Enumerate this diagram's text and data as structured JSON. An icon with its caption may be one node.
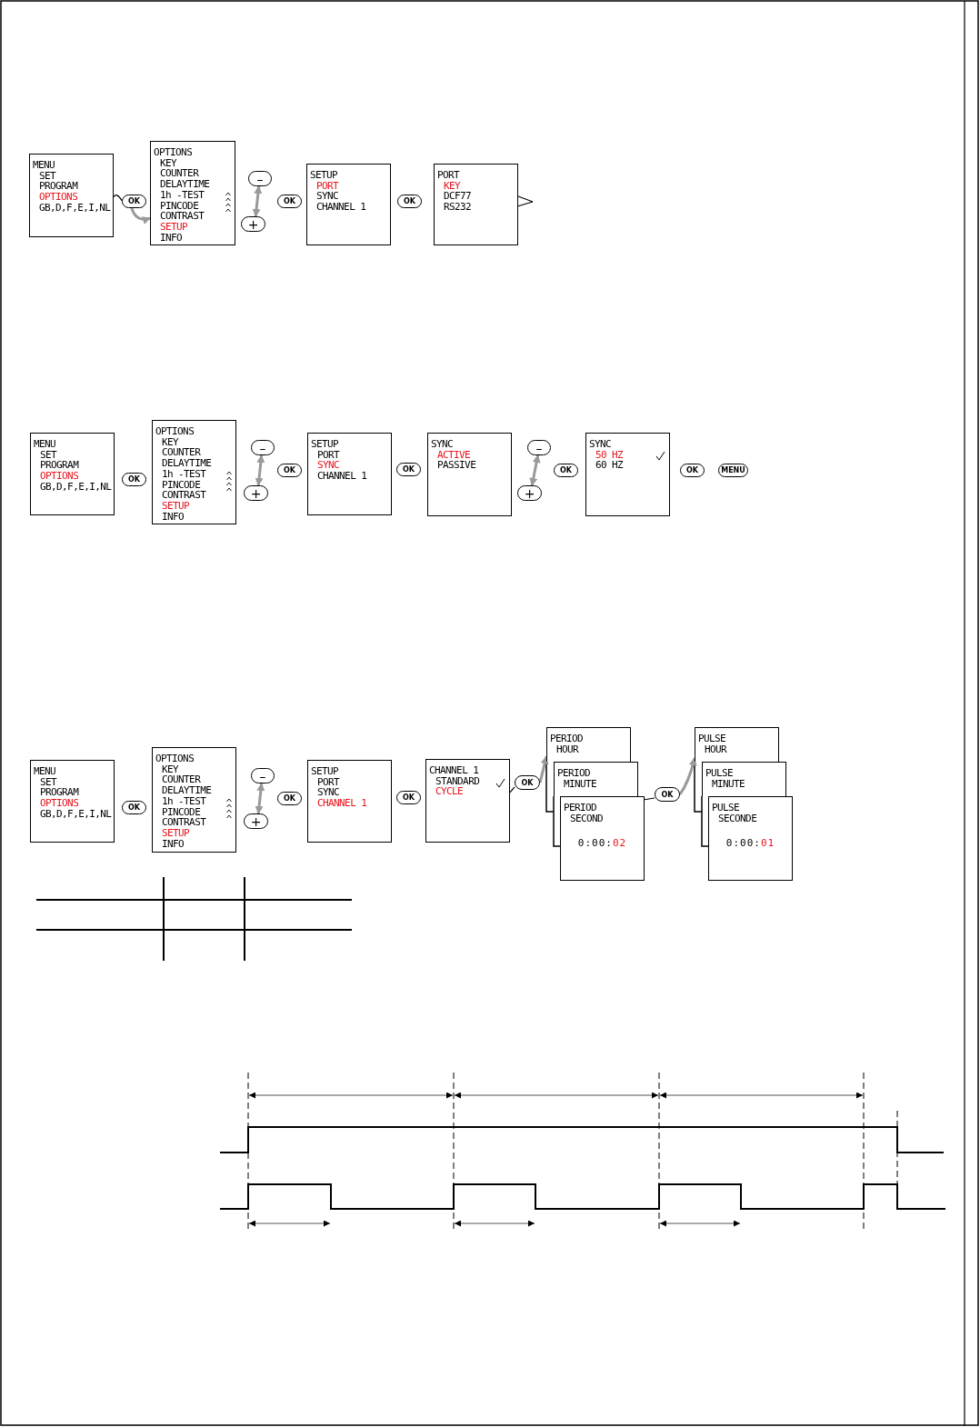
{
  "diagram": {
    "nodes": [
      {
        "text": [
          "MENU",
          "SET",
          "PROGRAM",
          "OPTIONS",
          "GB,D,F,E,I,NL"
        ]
      },
      {
        "text": [
          "OK"
        ]
      },
      {
        "text": [
          "OPTIONS",
          "KEY",
          "COUNTER",
          "DELAYTIME",
          "1h -TEST",
          "PINCODE",
          "CONTRAST",
          "SETUP",
          "INFO"
        ]
      },
      {
        "text": [
          "–"
        ]
      },
      {
        "text": [
          "+"
        ]
      },
      {
        "text": [
          "OK"
        ]
      },
      {
        "text": [
          "SETUP",
          "PORT",
          "SYNC",
          "CHANNEL 1"
        ]
      },
      {
        "text": [
          "OK"
        ]
      },
      {
        "text": [
          "PORT",
          "KEY",
          "DCF77",
          "RS232"
        ]
      },
      {
        "text": [
          "MENU",
          "SET",
          "PROGRAM",
          "OPTIONS",
          "GB,D,F,E,I,NL"
        ]
      },
      {
        "text": [
          "OK"
        ]
      },
      {
        "text": [
          "OPTIONS",
          "KEY",
          "COUNTER",
          "DELAYTIME",
          "1h -TEST",
          "PINCODE",
          "CONTRAST",
          "SETUP",
          "INFO"
        ]
      },
      {
        "text": [
          "–"
        ]
      },
      {
        "text": [
          "+"
        ]
      },
      {
        "text": [
          "OK"
        ]
      },
      {
        "text": [
          "SETUP",
          "PORT",
          "SYNC",
          "CHANNEL 1"
        ]
      },
      {
        "text": [
          "OK"
        ]
      },
      {
        "text": [
          "SYNC",
          "ACTIVE",
          "PASSIVE"
        ]
      },
      {
        "text": [
          "–"
        ]
      },
      {
        "text": [
          "+"
        ]
      },
      {
        "text": [
          "OK"
        ]
      },
      {
        "text": [
          "SYNC",
          "50 HZ",
          "60 HZ"
        ]
      },
      {
        "text": [
          "OK"
        ]
      },
      {
        "text": [
          "MENU"
        ]
      },
      {
        "text": [
          "MENU",
          "SET",
          "PROGRAM",
          "OPTIONS",
          "GB,D,F,E,I,NL"
        ]
      },
      {
        "text": [
          "OK"
        ]
      },
      {
        "text": [
          "OPTIONS",
          "KEY",
          "COUNTER",
          "DELAYTIME",
          "1h -TEST",
          "PINCODE",
          "CONTRAST",
          "SETUP",
          "INFO"
        ]
      },
      {
        "text": [
          "–"
        ]
      },
      {
        "text": [
          "+"
        ]
      },
      {
        "text": [
          "OK"
        ]
      },
      {
        "text": [
          "SETUP",
          "PORT",
          "SYNC",
          "CHANNEL 1"
        ]
      },
      {
        "text": [
          "OK"
        ]
      },
      {
        "text": [
          "CHANNEL 1",
          "STANDARD",
          "CYCLE"
        ]
      },
      {
        "text": [
          "OK"
        ]
      },
      {
        "text": [
          "PERIOD",
          "HOUR"
        ]
      },
      {
        "text": [
          "PERIOD",
          "MINUTE"
        ]
      },
      {
        "text": [
          "PERIOD",
          "SECOND",
          "0:00:",
          "02"
        ]
      },
      {
        "text": [
          "OK"
        ]
      },
      {
        "text": [
          "PULSE",
          "HOUR"
        ]
      },
      {
        "text": [
          "PULSE",
          "MINUTE"
        ]
      },
      {
        "text": [
          "PULSE",
          "SECONDE",
          "0:00:",
          "01"
        ]
      }
    ],
    "edges": [
      {
        "from": 0,
        "to": 1,
        "arrow": "none",
        "color": "#000000"
      },
      {
        "from": 1,
        "to": 2,
        "arrow": "to"
      },
      {
        "from": 3,
        "to": 4,
        "arrow": "both"
      },
      {
        "from": 8,
        "to": null,
        "arrow": "none",
        "color": "#000000"
      },
      {
        "from": 8,
        "to": null,
        "arrow": "none",
        "color": "#000000"
      },
      {
        "from": 12,
        "to": 13,
        "arrow": "both"
      },
      {
        "from": 18,
        "to": 19,
        "arrow": "both"
      },
      {
        "from": 27,
        "to": 28,
        "arrow": "both"
      },
      {
        "from": 32,
        "to": 33,
        "arrow": "none",
        "color": "#000000"
      },
      {
        "from": 33,
        "to": 34,
        "arrow": "to"
      },
      {
        "from": 36,
        "to": 37,
        "arrow": "none",
        "color": "#000000"
      },
      {
        "from": 37,
        "to": 38,
        "arrow": "to"
      }
    ]
  }
}
